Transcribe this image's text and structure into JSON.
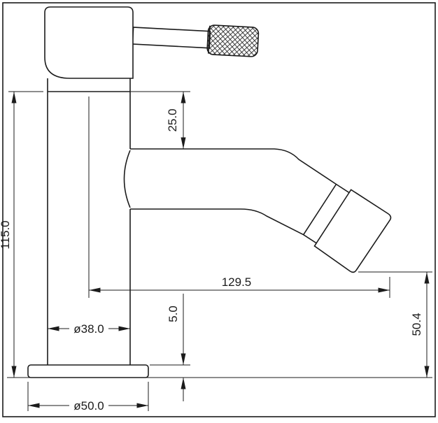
{
  "colors": {
    "line": "#1b1b1b",
    "background": "#ffffff"
  },
  "dimensions": {
    "body_height": "115.0",
    "head_to_spout_gap": "25.0",
    "spout_reach": "129.5",
    "body_diameter": "ø38.0",
    "base_diameter": "ø50.0",
    "base_plate_thickness": "5.0",
    "outlet_height": "50.4"
  }
}
